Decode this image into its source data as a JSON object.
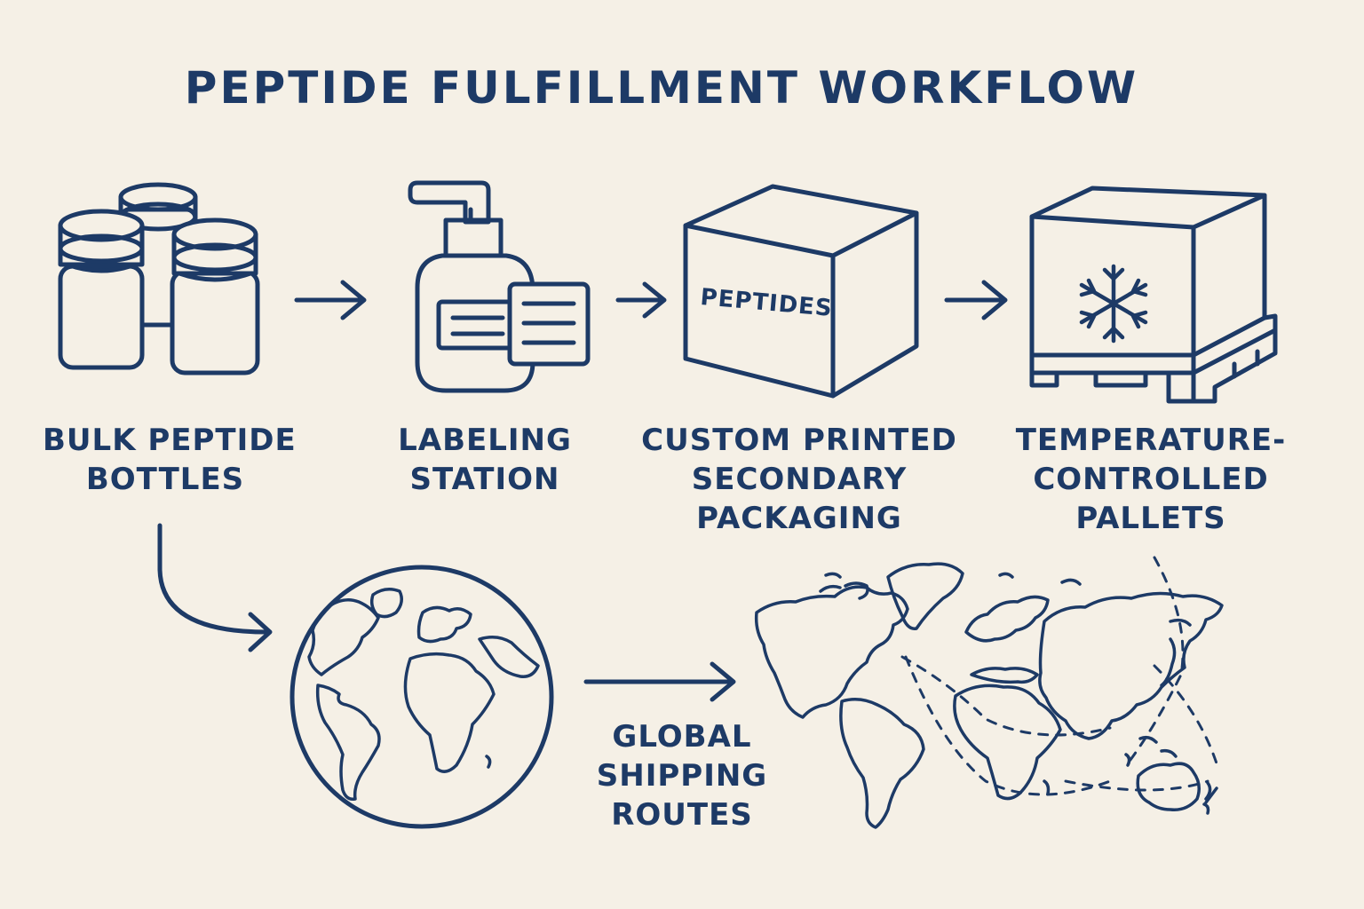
{
  "title": "PEPTIDE FULFILLMENT WORKFLOW",
  "steps": [
    {
      "id": "bulk",
      "lines": [
        "BULK PEPTIDE",
        "BOTTLES"
      ]
    },
    {
      "id": "labeling",
      "lines": [
        "LABELING",
        "STATION"
      ]
    },
    {
      "id": "packaging",
      "lines": [
        "CUSTOM PRINTED",
        "SECONDARY",
        "PACKAGING"
      ],
      "box_text": "PEPTIDES"
    },
    {
      "id": "pallets",
      "lines": [
        "TEMPERATURE-",
        "CONTROLLED",
        "PALLETS"
      ]
    },
    {
      "id": "shipping",
      "lines": [
        "GLOBAL",
        "SHIPPING",
        "ROUTES"
      ]
    }
  ],
  "icons": [
    "bottles-icon",
    "dispenser-label-icon",
    "box-icon",
    "cold-pallet-icon",
    "globe-icon",
    "world-map-icon",
    "arrow-icon"
  ],
  "colors": {
    "ink": "#1d3a66",
    "background": "#f5f0e6"
  }
}
